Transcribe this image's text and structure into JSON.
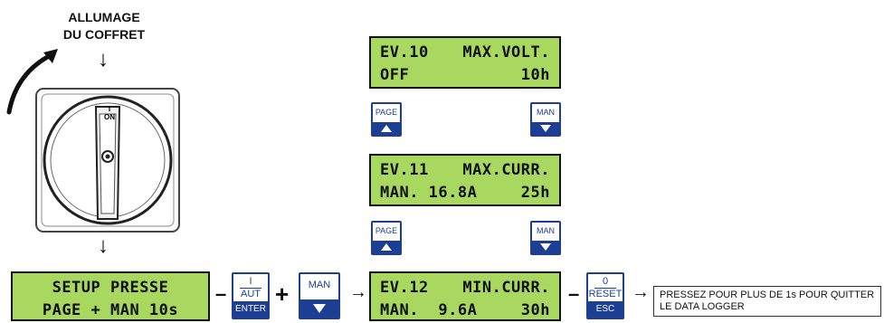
{
  "title": [
    "ALLUMAGE",
    "DU COFFRET"
  ],
  "switch": {
    "on_top": "I",
    "on_label": "ON"
  },
  "setup_lcd": {
    "line1": "SETUP PRESSE",
    "line2": "PAGE + MAN 10s"
  },
  "lcd_ev10": {
    "l1a": "EV.10",
    "l1b": "MAX.VOLT.",
    "l2a": "OFF",
    "l2b": "10h"
  },
  "lcd_ev11": {
    "l1a": "EV.11",
    "l1b": "MAX.CURR.",
    "l2a": "MAN. 16.8A",
    "l2b": "25h"
  },
  "lcd_ev12": {
    "l1a": "EV.12",
    "l1b": "MIN.CURR.",
    "l2a": "MAN.  9.6A",
    "l2b": "30h"
  },
  "keys": {
    "page": "PAGE",
    "man": "MAN"
  },
  "aut_key": {
    "top": "I",
    "mid": "AUT",
    "bottom": "ENTER"
  },
  "reset_key": {
    "top": "0",
    "mid": "RESET",
    "bottom": "ESC"
  },
  "ops": {
    "minus": "–",
    "plus": "+",
    "arrow": "→",
    "down": "↓"
  },
  "note": "PRESSEZ POUR PLUS DE 1s POUR QUITTER LE DATA LOGGER"
}
